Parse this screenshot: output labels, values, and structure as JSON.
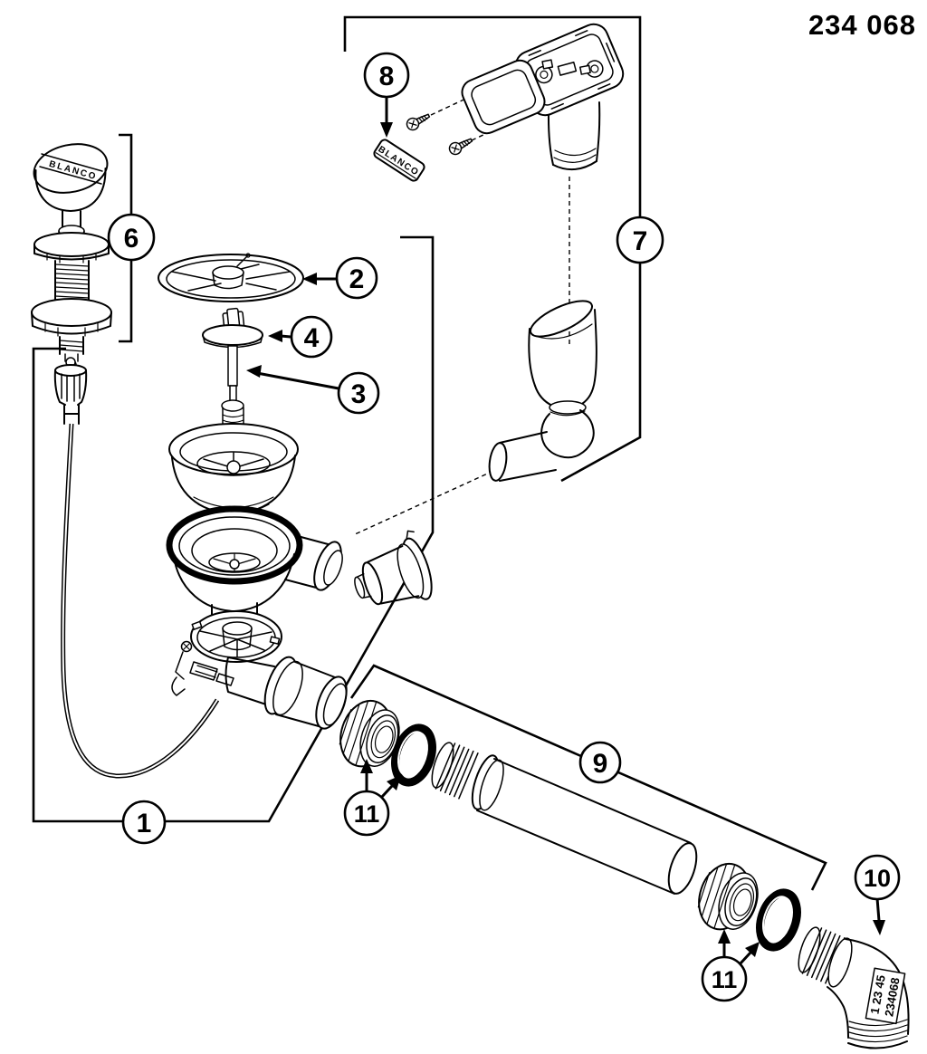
{
  "drawing": {
    "part_number": "234 068"
  },
  "callouts": {
    "c1": {
      "label": "1"
    },
    "c2": {
      "label": "2"
    },
    "c3": {
      "label": "3"
    },
    "c4": {
      "label": "4"
    },
    "c6": {
      "label": "6"
    },
    "c7": {
      "label": "7"
    },
    "c8": {
      "label": "8"
    },
    "c9": {
      "label": "9"
    },
    "c10": {
      "label": "10"
    },
    "c11a": {
      "label": "11"
    },
    "c11b": {
      "label": "11"
    }
  },
  "markings": {
    "knob_brand": "BLANCO",
    "logo_plate_text": "BLANCO",
    "elbow_label_line1": "234068",
    "elbow_label_line2": "1 23 45"
  },
  "colors": {
    "line": "#000000",
    "background": "#ffffff"
  }
}
